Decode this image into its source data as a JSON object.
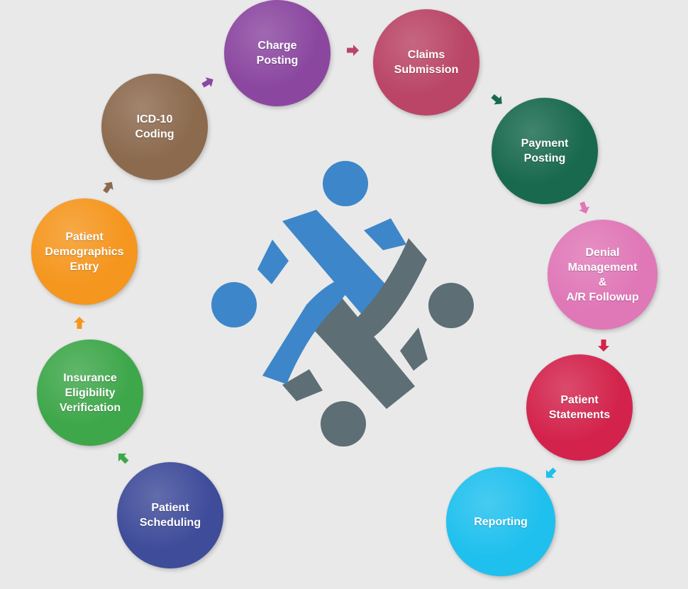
{
  "background": "#e9e9e9",
  "steps": [
    {
      "label": "Patient\nScheduling",
      "color": "#3f4c9a"
    },
    {
      "label": "Insurance\nEligibility\nVerification",
      "color": "#3ea74a"
    },
    {
      "label": "Patient\nDemographics\nEntry",
      "color": "#f5961e"
    },
    {
      "label": "ICD-10\nCoding",
      "color": "#8c6a4e"
    },
    {
      "label": "Charge\nPosting",
      "color": "#8b47a0"
    },
    {
      "label": "Claims\nSubmission",
      "color": "#ba4566"
    },
    {
      "label": "Payment\nPosting",
      "color": "#18694e"
    },
    {
      "label": "Denial\nManagement\n&\nA/R Followup",
      "color": "#e077b7"
    },
    {
      "label": "Patient\nStatements",
      "color": "#d3234c"
    },
    {
      "label": "Reporting",
      "color": "#1fc0ee"
    }
  ],
  "logo": {
    "primary_color": "#3d86c9",
    "secondary_color": "#5d6e75"
  },
  "arrow_icon": "arrow-icon"
}
